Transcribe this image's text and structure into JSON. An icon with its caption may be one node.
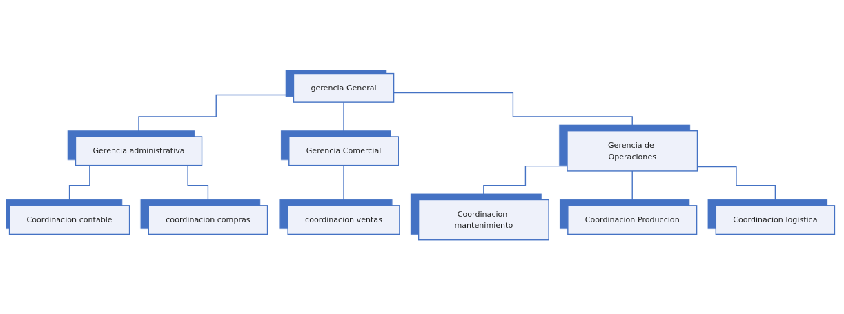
{
  "diagram": {
    "nodes": [
      {
        "text": [
          "gerencia General"
        ]
      },
      {
        "text": [
          "Gerencia administrativa"
        ]
      },
      {
        "text": [
          "Gerencia Comercial"
        ]
      },
      {
        "text": [
          "Gerencia de Operaciones"
        ]
      },
      {
        "text": [
          "Coordinacion contable"
        ]
      },
      {
        "text": [
          "coordinacion compras"
        ]
      },
      {
        "text": [
          "coordinacion ventas"
        ]
      },
      {
        "text": [
          "Coordinacion mantenimiento"
        ]
      },
      {
        "text": [
          "Coordinacion Produccion"
        ]
      },
      {
        "text": [
          "Coordinacion logistica"
        ]
      }
    ],
    "edges": [
      {
        "from": 0,
        "to": 1,
        "arrow": "none"
      },
      {
        "from": 0,
        "to": 2,
        "arrow": "none"
      },
      {
        "from": 0,
        "to": 3,
        "arrow": "none"
      },
      {
        "from": 1,
        "to": 4,
        "arrow": "none"
      },
      {
        "from": 1,
        "to": 5,
        "arrow": "none"
      },
      {
        "from": 2,
        "to": 6,
        "arrow": "none"
      },
      {
        "from": 3,
        "to": 7,
        "arrow": "none"
      },
      {
        "from": 3,
        "to": 8,
        "arrow": "none"
      },
      {
        "from": 3,
        "to": 9,
        "arrow": "none"
      }
    ]
  }
}
